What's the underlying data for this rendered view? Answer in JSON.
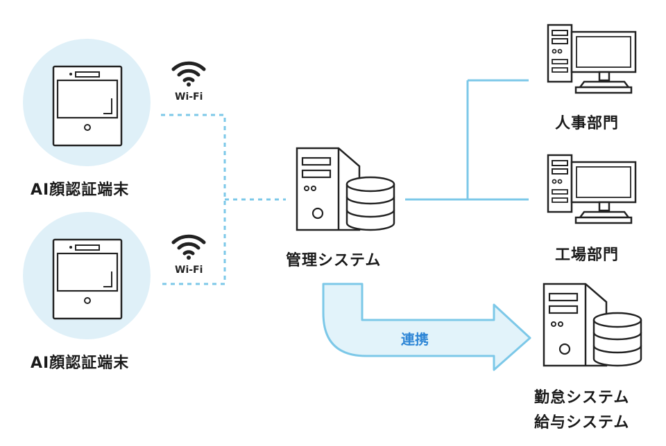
{
  "terminals": [
    {
      "label": "AI顔認証端末",
      "wifi": "Wi-Fi"
    },
    {
      "label": "AI顔認証端末",
      "wifi": "Wi-Fi"
    }
  ],
  "center": {
    "label": "管理システム"
  },
  "departments": [
    {
      "label": "人事部門"
    },
    {
      "label": "工場部門"
    }
  ],
  "integration": {
    "arrow_label": "連携",
    "target_line1": "勤怠システム",
    "target_line2": "給与システム"
  },
  "colors": {
    "accent_line": "#7cc8e8",
    "circle_fill": "#dff0f8",
    "arrow_fill": "#e2f3fa",
    "arrow_text": "#2e86d6"
  }
}
